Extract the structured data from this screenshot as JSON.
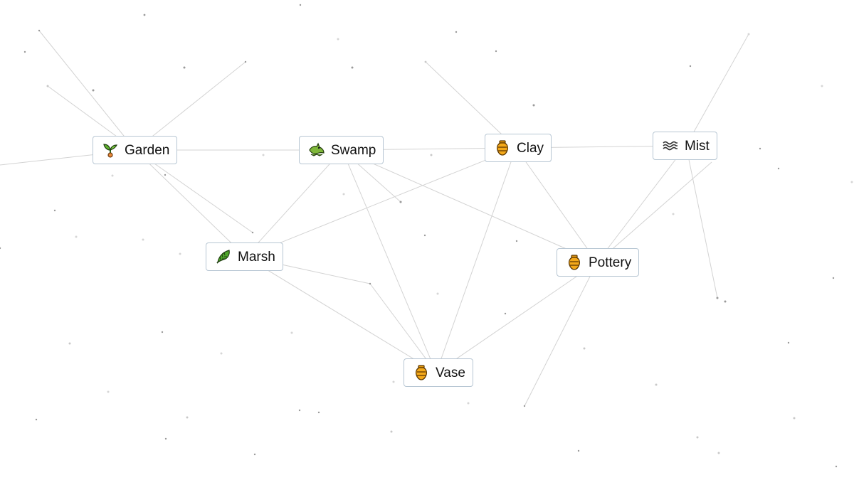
{
  "elements": {
    "garden": {
      "label": "Garden",
      "icon": "seedling-icon"
    },
    "swamp": {
      "label": "Swamp",
      "icon": "crocodile-icon"
    },
    "clay": {
      "label": "Clay",
      "icon": "amphora-icon"
    },
    "mist": {
      "label": "Mist",
      "icon": "fog-waves-icon"
    },
    "marsh": {
      "label": "Marsh",
      "icon": "herb-leaf-icon"
    },
    "pottery": {
      "label": "Pottery",
      "icon": "amphora-icon"
    },
    "vase": {
      "label": "Vase",
      "icon": "amphora-icon"
    }
  },
  "colors": {
    "tile_border": "#b7c6d3",
    "tile_background": "#ffffff",
    "connection_line": "#d6d6d6",
    "background_dot": "#9a9a9a"
  }
}
